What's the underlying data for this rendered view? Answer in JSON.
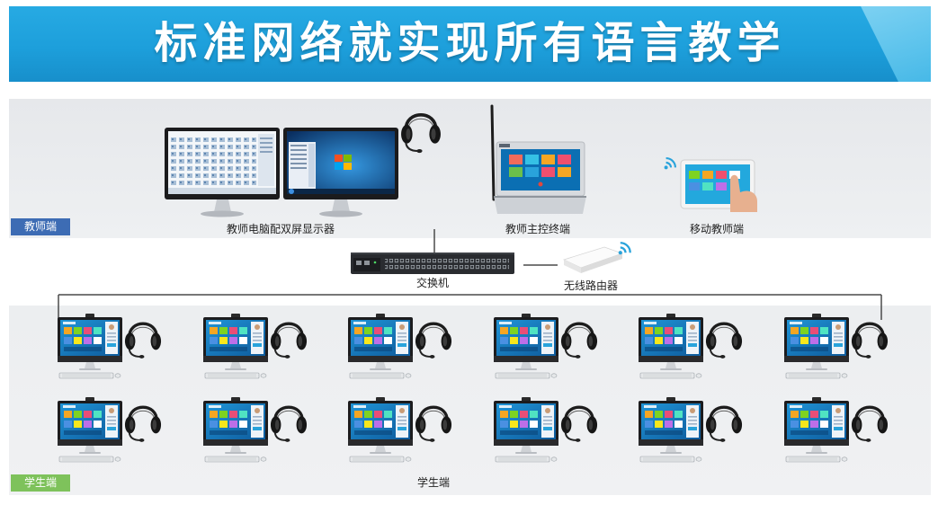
{
  "banner": {
    "title": "标准网络就实现所有语言教学"
  },
  "teacher_zone": {
    "tag": "教师端",
    "dual_monitor_caption": "教师电脑配双屏显示器",
    "control_terminal_caption": "教师主控终端",
    "mobile_caption": "移动教师端"
  },
  "network": {
    "switch_caption": "交换机",
    "router_caption": "无线路由器"
  },
  "student_zone": {
    "tag": "学生端",
    "caption": "学生端"
  },
  "colors": {
    "banner": "#1D9FDB",
    "teacher_tag": "#3D6CB4",
    "student_tag": "#7EC25B",
    "wifi": "#29A3DB"
  },
  "icons": {
    "headset": "headset-icon",
    "wifi": "wifi-icon",
    "switch": "network-switch-icon",
    "router": "wireless-router-icon"
  }
}
